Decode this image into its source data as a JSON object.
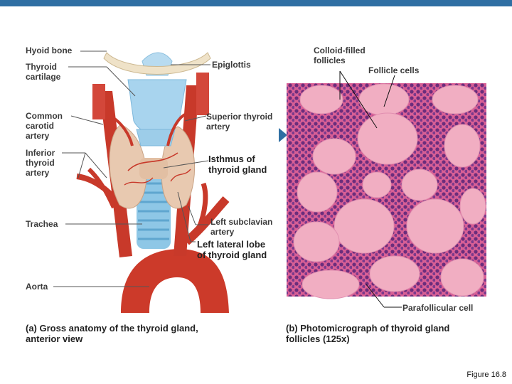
{
  "panel_a": {
    "labels": {
      "hyoid_bone": "Hyoid bone",
      "thyroid_cartilage": "Thyroid\ncartilage",
      "common_carotid_artery": "Common\ncarotid\nartery",
      "inferior_thyroid_artery": "Inferior\nthyroid\nartery",
      "trachea": "Trachea",
      "aorta": "Aorta",
      "epiglottis": "Epiglottis",
      "superior_thyroid_artery": "Superior thyroid\nartery",
      "isthmus": "Isthmus of\nthyroid gland",
      "left_subclavian_artery": "Left subclavian\nartery",
      "left_lateral_lobe": "Left lateral lobe\nof thyroid gland"
    },
    "caption": "(a) Gross anatomy of the thyroid gland,\n      anterior view"
  },
  "panel_b": {
    "labels": {
      "colloid_filled_follicles": "Colloid-filled\nfollicles",
      "follicle_cells": "Follicle cells",
      "parafollicular_cell": "Parafollicular cell"
    },
    "caption": "(b) Photomicrograph of thyroid gland\n      follicles (125x)"
  },
  "figure_number": "Figure 16.8",
  "colors": {
    "top_bar": "#2f6fa3",
    "artery": "#cc3a2a",
    "cartilage": "#a8d4ee",
    "gland": "#e8c9b0",
    "tissue_background": "#d85f95",
    "colloid": "#f1aec2"
  }
}
